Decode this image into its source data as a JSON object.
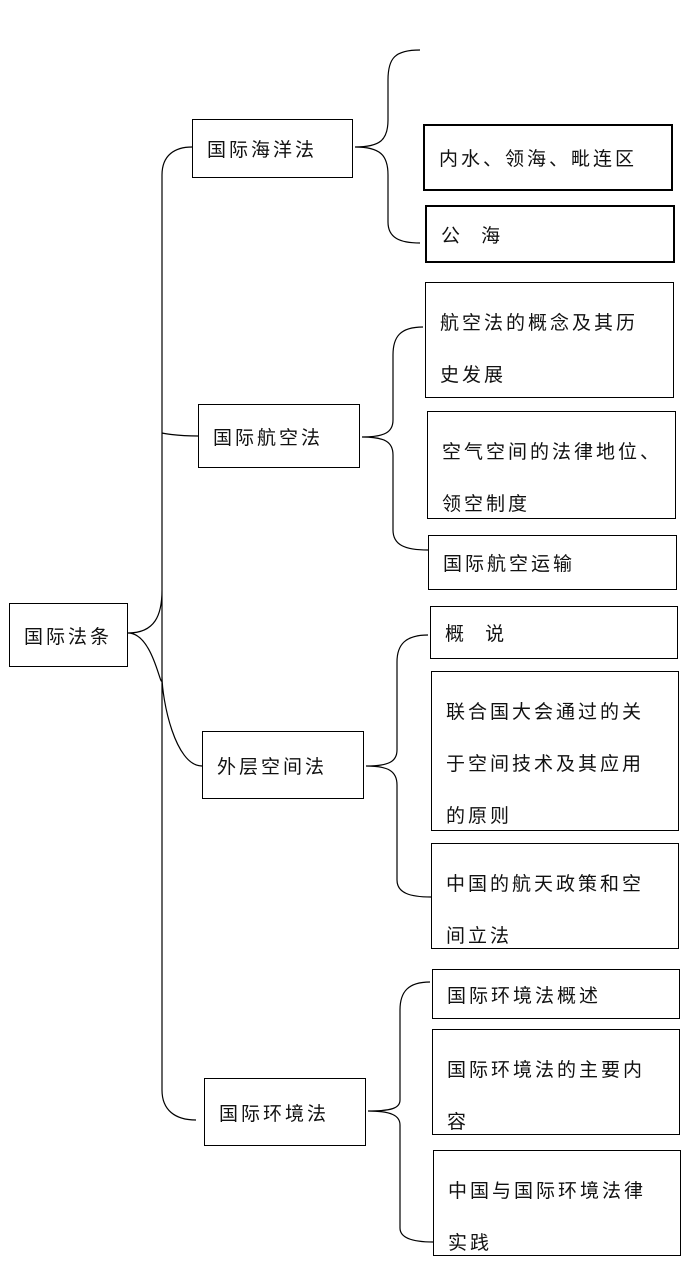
{
  "root": {
    "label": "国际法条"
  },
  "branches": [
    {
      "label": "国际海洋法",
      "children": [
        "内水、领海、毗连区",
        "公  海"
      ]
    },
    {
      "label": "国际航空法",
      "children": [
        [
          "航空法的概念及其历",
          "史发展"
        ],
        [
          "空气空间的法律地位、",
          "领空制度"
        ],
        "国际航空运输"
      ]
    },
    {
      "label": "外层空间法",
      "children": [
        "概  说",
        [
          "联合国大会通过的关",
          "于空间技术及其应用",
          "的原则"
        ],
        [
          "中国的航天政策和空",
          "间立法"
        ]
      ]
    },
    {
      "label": "国际环境法",
      "children": [
        "国际环境法概述",
        [
          "国际环境法的主要内",
          "容"
        ],
        [
          "中国与国际环境法律",
          "实践"
        ]
      ]
    }
  ]
}
